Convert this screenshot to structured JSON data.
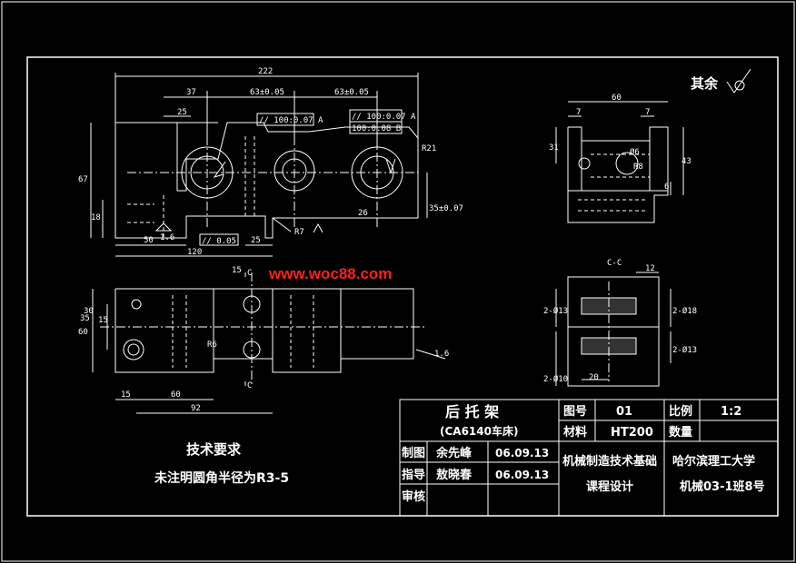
{
  "colors": {
    "background": "#000000",
    "line": "#ffffff",
    "watermark": "#ff2020",
    "yellow": "#ffff66"
  },
  "surface_note": "其余",
  "watermark": "www.woc88.com",
  "section_label": "C-C",
  "section_marks": [
    "C",
    "C"
  ],
  "dimensions": {
    "front": [
      "222",
      "37",
      "63±0.05",
      "63±0.05",
      "25",
      "R21",
      "67",
      "18",
      "35±0.07",
      "26",
      "R7",
      "50",
      "120",
      "25",
      "1.6"
    ],
    "tolerance_frames": [
      "// 100:0.07 A",
      "// 100:0.07 A",
      "100:0.08 B",
      "// 0.05"
    ],
    "side": [
      "60",
      "7",
      "7",
      "31",
      "43",
      "6",
      "R8",
      "Ø6"
    ],
    "top": [
      "15",
      "60",
      "92",
      "60",
      "30",
      "15",
      "35",
      "R6",
      "15",
      "1.6"
    ],
    "section": [
      "12",
      "2-Ø13",
      "2-Ø18",
      "2-Ø13",
      "2-Ø10",
      "20"
    ]
  },
  "tech_req": {
    "title": "技术要求",
    "line": "未注明圆角半径为R3-5"
  },
  "title_block": {
    "part_name": "后 托 架",
    "part_sub": "(CA6140车床)",
    "drawing_no_label": "图号",
    "drawing_no": "01",
    "scale_label": "比例",
    "scale": "1:2",
    "material_label": "材料",
    "material": "HT200",
    "qty_label": "数量",
    "qty": "",
    "rows": [
      {
        "role": "制图",
        "name": "余先峰",
        "date": "06.09.13"
      },
      {
        "role": "指导",
        "name": "敖晓春",
        "date": "06.09.13"
      },
      {
        "role": "审核",
        "name": "",
        "date": ""
      }
    ],
    "course_line1": "机械制造技术基础",
    "course_line2": "课程设计",
    "school": "哈尔滨理工大学",
    "class": "机械03-1班8号"
  }
}
